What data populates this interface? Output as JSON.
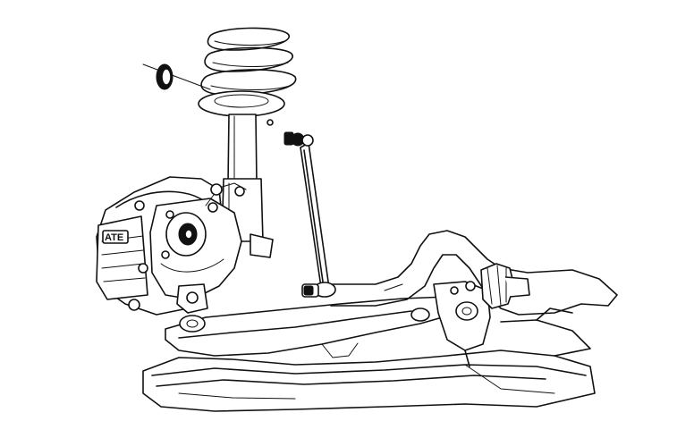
{
  "diagram": {
    "caliper_marking": "ATE",
    "colors": {
      "line": "#111111",
      "background": "#ffffff"
    },
    "parts": [
      "coil-spring",
      "strut",
      "dust-cap",
      "stabilizer-link",
      "stabilizer-bar",
      "stabilizer-bushing",
      "brake-caliper",
      "steering-knuckle",
      "lower-control-arm",
      "crossmember"
    ]
  }
}
